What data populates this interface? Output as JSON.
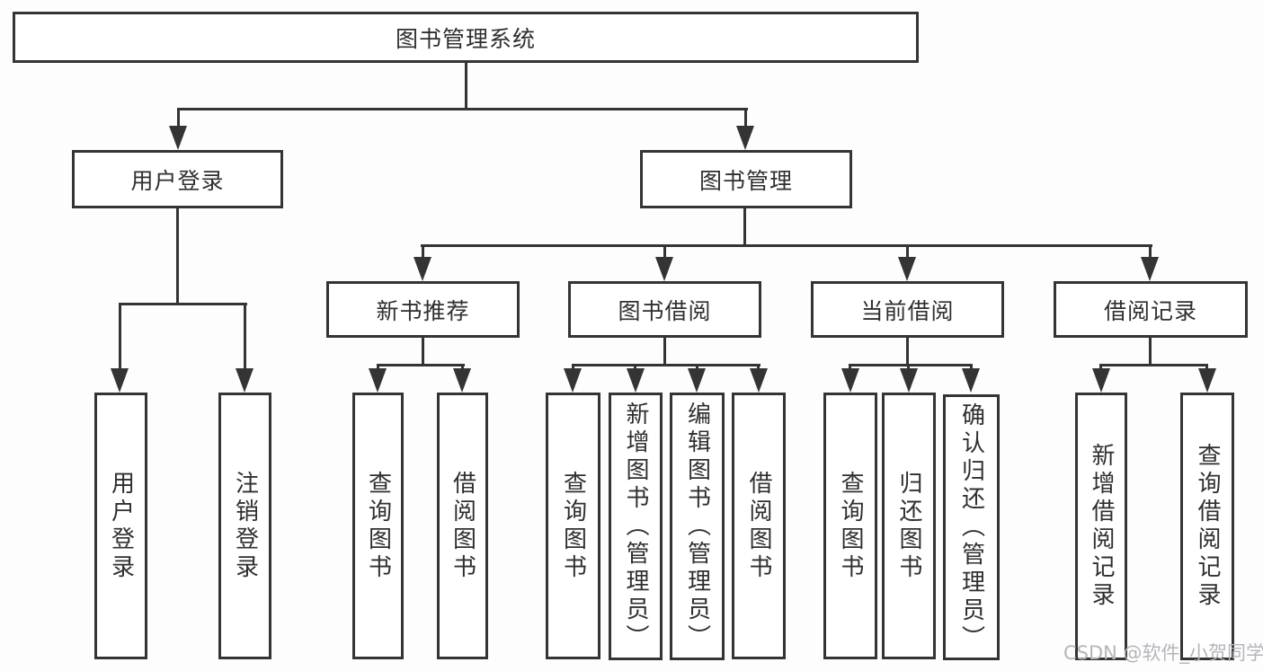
{
  "tree": {
    "root": {
      "label": "图书管理系统"
    },
    "branches": [
      {
        "label": "用户登录",
        "children": [
          {
            "label": "用户登录"
          },
          {
            "label": "注销登录"
          }
        ]
      },
      {
        "label": "图书管理",
        "children": [
          {
            "label": "新书推荐",
            "children": [
              {
                "label": "查询图书"
              },
              {
                "label": "借阅图书"
              }
            ]
          },
          {
            "label": "图书借阅",
            "children": [
              {
                "label": "查询图书"
              },
              {
                "label": "新增图书（管理员）"
              },
              {
                "label": "编辑图书（管理员）"
              },
              {
                "label": "借阅图书"
              }
            ]
          },
          {
            "label": "当前借阅",
            "children": [
              {
                "label": "查询图书"
              },
              {
                "label": "归还图书"
              },
              {
                "label": "确认归还（管理员）"
              }
            ]
          },
          {
            "label": "借阅记录",
            "children": [
              {
                "label": "新增借阅记录"
              },
              {
                "label": "查询借阅记录"
              }
            ]
          }
        ]
      }
    ]
  },
  "watermark": "CSDN @软件_小贺同学",
  "colors": {
    "line": "#343434",
    "box_background": "#ffffff",
    "page_background": "#fdfdfd",
    "watermark": "#b3b6bb"
  }
}
